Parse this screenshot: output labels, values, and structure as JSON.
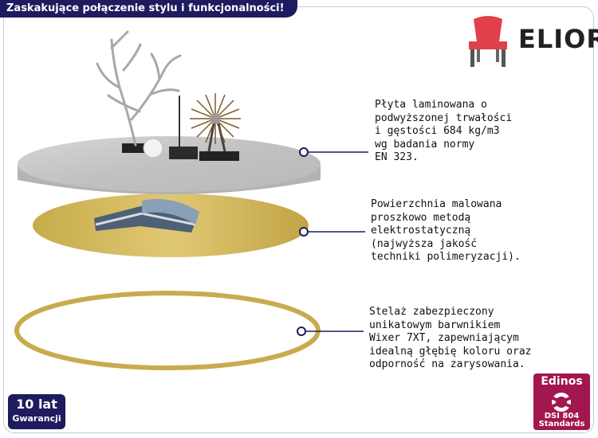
{
  "header": {
    "title": "Zaskakujące połączenie stylu i funkcjonalności!"
  },
  "brand": {
    "name": "ELIOR",
    "icon": "chair-icon",
    "color": "#e0404a"
  },
  "features": [
    {
      "text": "Płyta laminowana o\npodwyższonej trwałości\ni gęstości 684 kg/m3\nwg badania normy\nEN 323."
    },
    {
      "text": "Powierzchnia malowana\nproszkowo metodą\nelektrostatyczną\n(najwyższa jakość\ntechniki polimeryzacji)."
    },
    {
      "text": "Stelaż zabezpieczony\nunikatowym barwnikiem\nWixer 7XT, zapewniającym\nidealną głębię koloru oraz\nodporność na zarysowania."
    }
  ],
  "warranty": {
    "years": "10 lat",
    "label": "Gwarancji"
  },
  "certificate": {
    "brand": "Edinos",
    "code_left": "DSI",
    "code_right": "804",
    "standard": "Standards"
  },
  "colors": {
    "header_bg": "#1e1b5e",
    "gold": "#d3b95a",
    "concrete": "#c4c4c4",
    "cert_bg": "#a3174f"
  }
}
